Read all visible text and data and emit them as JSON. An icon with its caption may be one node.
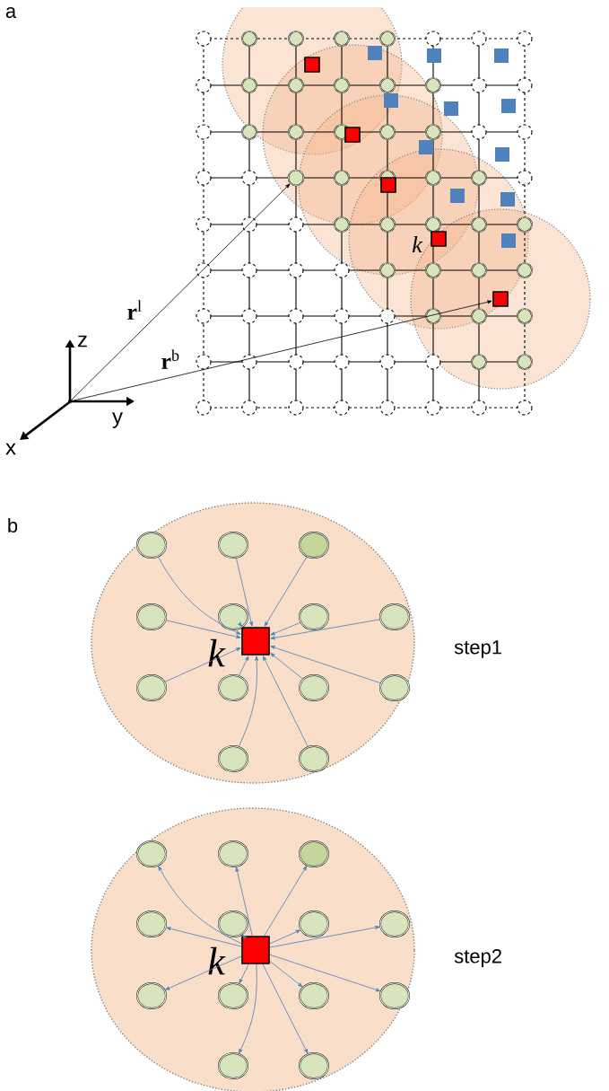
{
  "diagram": {
    "nodes": [
      {
        "text": [],
        "shape": "circle"
      },
      {
        "text": [],
        "shape": "box"
      },
      {
        "text": [],
        "shape": "circle",
        "beside": [
          "step1"
        ]
      },
      {
        "text": [],
        "shape": "box",
        "in": 2,
        "beside": [
          "k"
        ]
      },
      {
        "text": [],
        "shape": "circle",
        "in": 2
      },
      {
        "text": [],
        "shape": "circle",
        "in": 2
      },
      {
        "text": [],
        "shape": "circle",
        "in": 2
      },
      {
        "text": [],
        "shape": "circle",
        "in": 2
      },
      {
        "text": [],
        "shape": "circle",
        "in": 2
      },
      {
        "text": [],
        "shape": "circle",
        "in": 2
      },
      {
        "text": [],
        "shape": "circle",
        "in": 2
      },
      {
        "text": [],
        "shape": "circle",
        "in": 2
      },
      {
        "text": [],
        "shape": "circle",
        "in": 2
      },
      {
        "text": [],
        "shape": "circle",
        "in": 2
      },
      {
        "text": [],
        "shape": "circle",
        "in": 2
      },
      {
        "text": [],
        "shape": "circle",
        "in": 2
      },
      {
        "text": [],
        "shape": "circle",
        "in": 2
      },
      {
        "text": [],
        "shape": "circle",
        "beside": [
          "step2"
        ]
      },
      {
        "text": [],
        "shape": "box",
        "in": 17,
        "beside": [
          "k"
        ]
      },
      {
        "text": [],
        "shape": "circle",
        "in": 17
      },
      {
        "text": [],
        "shape": "circle",
        "in": 17
      },
      {
        "text": [],
        "shape": "circle",
        "in": 17
      },
      {
        "text": [],
        "shape": "circle",
        "in": 17
      },
      {
        "text": [],
        "shape": "circle",
        "in": 17
      },
      {
        "text": [],
        "shape": "circle",
        "in": 17
      },
      {
        "text": [],
        "shape": "circle",
        "in": 17
      },
      {
        "text": [],
        "shape": "circle",
        "in": 17
      },
      {
        "text": [],
        "shape": "circle",
        "in": 17
      },
      {
        "text": [],
        "shape": "circle",
        "in": 17
      },
      {
        "text": [],
        "shape": "circle",
        "in": 17
      },
      {
        "text": [],
        "shape": "circle",
        "in": 17
      },
      {
        "text": [],
        "shape": "circle",
        "in": 17
      }
    ],
    "edges": [
      {
        "from": null,
        "to": 0,
        "arrow": "to",
        "label": "**r**$^{l}$",
        "color": "#000000"
      },
      {
        "from": null,
        "to": 1,
        "arrow": "to",
        "label": "**r**$^{b}$",
        "color": "#000000"
      },
      {
        "from": 4,
        "to": 3,
        "arrow": "to"
      },
      {
        "from": 5,
        "to": 3,
        "arrow": "to"
      },
      {
        "from": 6,
        "to": 3,
        "arrow": "to"
      },
      {
        "from": 7,
        "to": 3,
        "arrow": "to"
      },
      {
        "from": 8,
        "to": 3,
        "arrow": "to"
      },
      {
        "from": 9,
        "to": 3,
        "arrow": "to"
      },
      {
        "from": 10,
        "to": 3,
        "arrow": "to"
      },
      {
        "from": 11,
        "to": 3,
        "arrow": "to"
      },
      {
        "from": 12,
        "to": 3,
        "arrow": "to"
      },
      {
        "from": 13,
        "to": 3,
        "arrow": "to"
      },
      {
        "from": 14,
        "to": 3,
        "arrow": "to"
      },
      {
        "from": 15,
        "to": 3,
        "arrow": "to"
      },
      {
        "from": 16,
        "to": 3,
        "arrow": "to"
      },
      {
        "from": 18,
        "to": 19,
        "arrow": "to"
      },
      {
        "from": 18,
        "to": 20,
        "arrow": "to"
      },
      {
        "from": 18,
        "to": 21,
        "arrow": "to"
      },
      {
        "from": 18,
        "to": 22,
        "arrow": "to"
      },
      {
        "from": 18,
        "to": 23,
        "arrow": "to"
      },
      {
        "from": 18,
        "to": 24,
        "arrow": "to"
      },
      {
        "from": 18,
        "to": 25,
        "arrow": "to"
      },
      {
        "from": 18,
        "to": 26,
        "arrow": "to"
      },
      {
        "from": 18,
        "to": 27,
        "arrow": "to"
      },
      {
        "from": 18,
        "to": 28,
        "arrow": "to"
      },
      {
        "from": 18,
        "to": 29,
        "arrow": "to"
      },
      {
        "from": 18,
        "to": 30,
        "arrow": "to"
      },
      {
        "from": 18,
        "to": 31,
        "arrow": "to"
      }
    ],
    "labels": [
      "a",
      "k",
      "z",
      "y",
      "x",
      "b"
    ]
  }
}
